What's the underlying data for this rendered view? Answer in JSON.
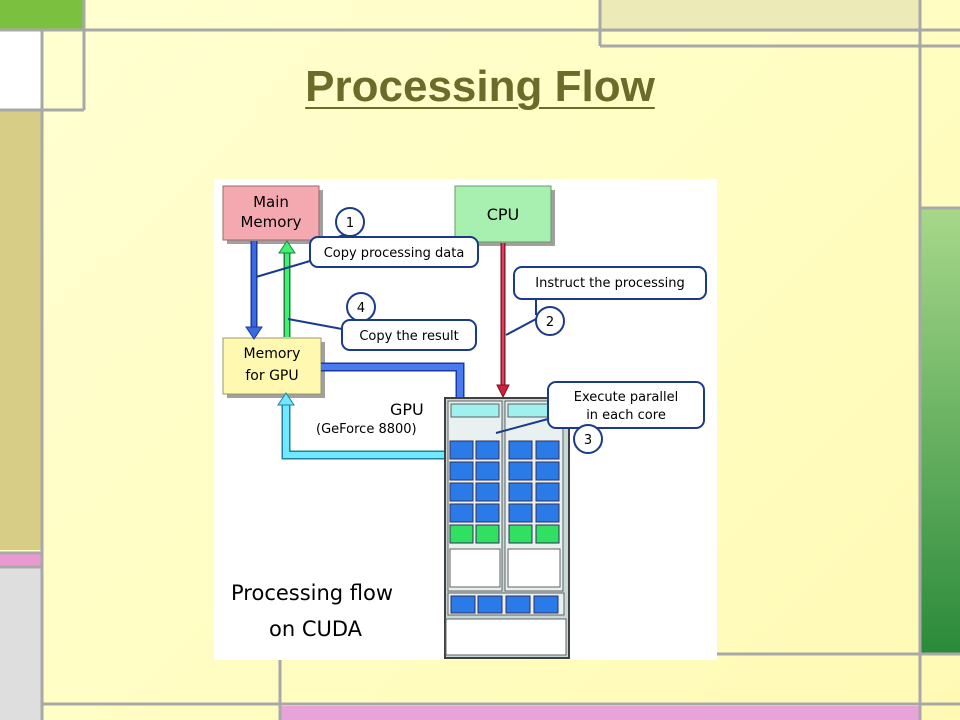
{
  "slide": {
    "title": "Processing Flow"
  },
  "diagram": {
    "main_memory_line1": "Main",
    "main_memory_line2": "Memory",
    "cpu_label": "CPU",
    "memory_gpu_line1": "Memory",
    "memory_gpu_line2": "for GPU",
    "gpu_label": "GPU",
    "gpu_model": "(GeForce 8800)",
    "step1_num": "1",
    "step1_text": "Copy processing data",
    "step2_num": "2",
    "step2_text": "Instruct the processing",
    "step3_num": "3",
    "step3_text_line1": "Execute parallel",
    "step3_text_line2": "in each core",
    "step4_num": "4",
    "step4_text": "Copy the result",
    "caption_line1": "Processing flow",
    "caption_line2": "on CUDA"
  },
  "colors": {
    "main_memory_fill": "#f4a8b0",
    "cpu_fill": "#a8f0b0",
    "memory_gpu_fill": "#fff8b0",
    "core_blue": "#2a7ae8",
    "core_green": "#30e060",
    "arrow_blue": "#3a6ae0",
    "arrow_green": "#40f070",
    "arrow_red": "#d02040",
    "arrow_cyan": "#60e0ff"
  }
}
